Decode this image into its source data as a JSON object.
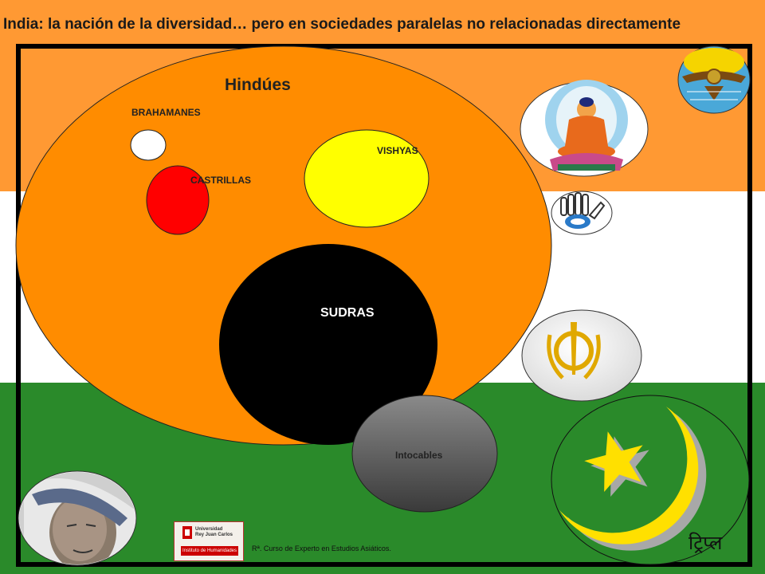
{
  "slide": {
    "title": "India: la nación de la diversidad… pero en sociedades paralelas no relacionadas directamente",
    "footer": "Rª. Curso de Experto en Estudios Asiáticos.",
    "hindi_text": "ट्रिप्ल"
  },
  "diagram": {
    "main_group_label": "Hindúes",
    "castes": {
      "brahmanes": "BRAHAMANES",
      "castrillas": "CASTRILLAS",
      "vishyas": "VISHYAS",
      "sudras": "SUDRAS"
    },
    "outside_label": "Intocables"
  },
  "logo": {
    "university_line1": "Universidad",
    "university_line2": "Rey Juan Carlos",
    "institute": "Instituto de Humanidades"
  },
  "colors": {
    "saffron": "#ff9933",
    "white": "#ffffff",
    "green": "#2a8a2a",
    "hindu_circle": "#ff8c00",
    "castrillas": "#ff0000",
    "vishyas": "#ffff00",
    "sudras": "#000000",
    "intocables": "#555555"
  },
  "icons": [
    "zoroastrian-faravahar-icon",
    "buddha-icon",
    "jain-hand-icon",
    "sikh-khanda-icon",
    "islam-crescent-star-icon",
    "portrait-photo-icon"
  ]
}
